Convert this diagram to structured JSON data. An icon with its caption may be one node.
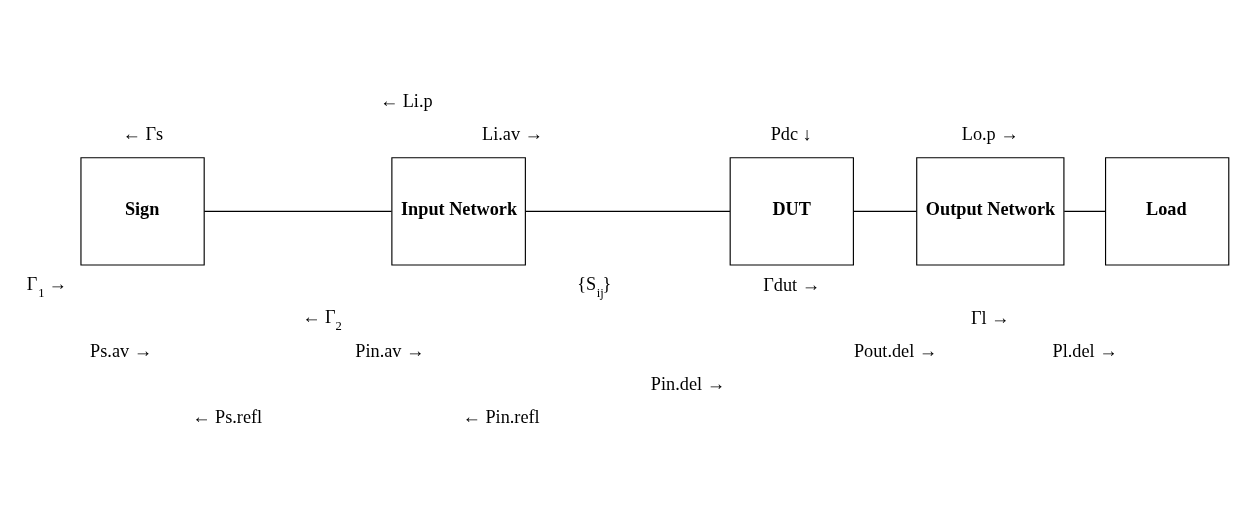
{
  "diagram": {
    "nodes": [
      {
        "text": [
          "Sign"
        ]
      },
      {
        "text": [
          "Input Network"
        ]
      },
      {
        "text": [
          "DUT"
        ]
      },
      {
        "text": [
          "Output Network"
        ]
      },
      {
        "text": [
          "Load"
        ]
      }
    ],
    "edges": [
      {
        "from": 0,
        "to": 1,
        "arrow": "none"
      },
      {
        "from": 1,
        "to": 2,
        "arrow": "none"
      },
      {
        "from": 2,
        "to": 3,
        "arrow": "none"
      },
      {
        "from": 3,
        "to": 4,
        "arrow": "none"
      }
    ],
    "labels": [
      "← Li.p",
      "← Γs",
      "Li.av →",
      "Pdc ↓",
      "Lo.p →",
      "Γ$_{1}$ →",
      "{S$_{ij}$}",
      "Γdut →",
      "← Γ$_{2}$",
      "Γl →",
      "Ps.av →",
      "Pin.av →",
      "Pout.del →",
      "Pl.del →",
      "Pin.del →",
      "← Ps.refl",
      "← Pin.refl"
    ]
  }
}
